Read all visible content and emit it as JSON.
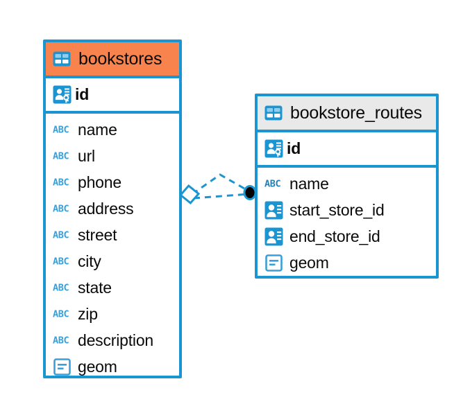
{
  "diagram": {
    "type": "entity-relationship-diagram",
    "background_color": "#ffffff",
    "accent_color": "#1b95d2",
    "highlight_color": "#f9834c",
    "header_grey": "#e9e9e9"
  },
  "entities": [
    {
      "name": "bookstores",
      "header_style": "accent-orange",
      "table_icon": "table-icon",
      "primary_keys": [
        {
          "label": "id",
          "icon": "primary-key-icon"
        }
      ],
      "fields": [
        {
          "label": "name",
          "icon": "text-abc-icon"
        },
        {
          "label": "url",
          "icon": "text-abc-icon"
        },
        {
          "label": "phone",
          "icon": "text-abc-icon"
        },
        {
          "label": "address",
          "icon": "text-abc-icon"
        },
        {
          "label": "street",
          "icon": "text-abc-icon"
        },
        {
          "label": "city",
          "icon": "text-abc-icon"
        },
        {
          "label": "state",
          "icon": "text-abc-icon"
        },
        {
          "label": "zip",
          "icon": "text-abc-icon"
        },
        {
          "label": "description",
          "icon": "text-abc-icon"
        },
        {
          "label": "geom",
          "icon": "geometry-icon"
        }
      ]
    },
    {
      "name": "bookstore_routes",
      "header_style": "accent-grey",
      "table_icon": "table-icon",
      "primary_keys": [
        {
          "label": "id",
          "icon": "primary-key-icon"
        }
      ],
      "fields": [
        {
          "label": "name",
          "icon": "text-abc-icon"
        },
        {
          "label": "start_store_id",
          "icon": "foreign-key-icon"
        },
        {
          "label": "end_store_id",
          "icon": "foreign-key-icon"
        },
        {
          "label": "geom",
          "icon": "geometry-icon"
        }
      ]
    }
  ],
  "relationship": {
    "name": "bookstores-to-bookstore-routes",
    "line_style": "dashed",
    "line_color": "#1b95d2",
    "source_marker": "diamond-marker",
    "target_marker": "filled-circle-marker"
  }
}
